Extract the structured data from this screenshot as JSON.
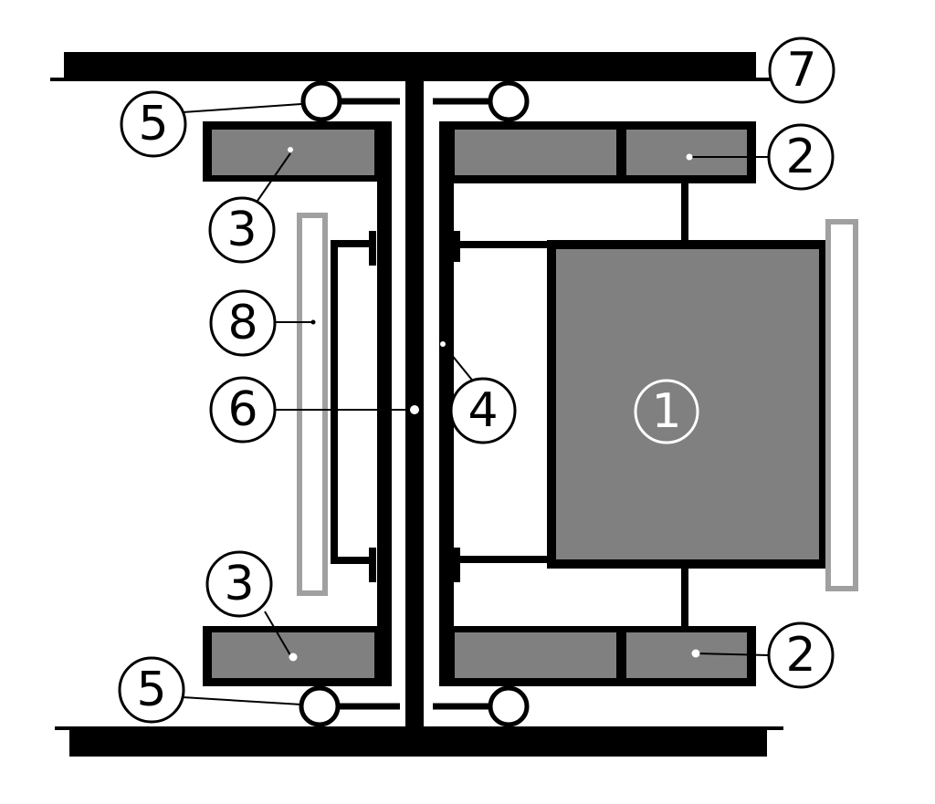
{
  "diagram": {
    "colors": {
      "structure": "#000000",
      "block_fill": "#808080",
      "light_bar": "#a0a0a0",
      "background": "#ffffff"
    },
    "labels": {
      "label_1": "1",
      "label_2_top": "2",
      "label_2_bottom": "2",
      "label_3_top": "3",
      "label_3_bottom": "3",
      "label_4": "4",
      "label_5_top": "5",
      "label_5_bottom": "5",
      "label_6": "6",
      "label_7": "7",
      "label_8": "8"
    }
  }
}
